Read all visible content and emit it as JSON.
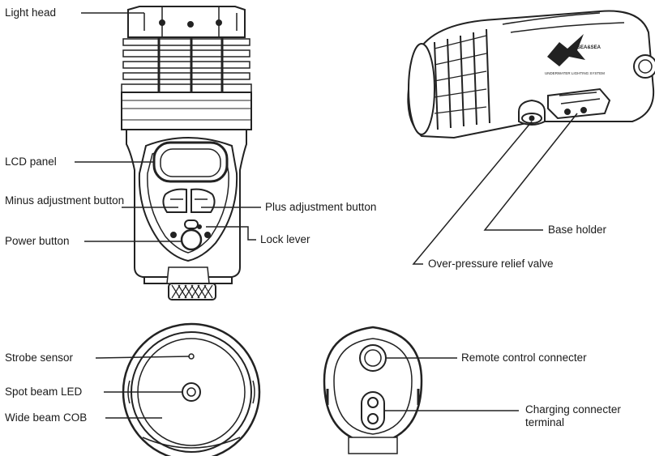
{
  "labels": {
    "light_head": "Light head",
    "lcd_panel": "LCD panel",
    "minus_button": "Minus adjustment button",
    "plus_button": "Plus adjustment button",
    "power_button": "Power button",
    "lock_lever": "Lock lever",
    "base_holder": "Base holder",
    "relief_valve": "Over-pressure relief valve",
    "strobe_sensor": "Strobe sensor",
    "spot_led": "Spot beam LED",
    "wide_cob": "Wide beam COB",
    "remote_connector": "Remote control connecter",
    "charging_terminal": "Charging connecter terminal"
  },
  "logo": {
    "brand": "SEA&SEA",
    "tagline": "UNDERWATER LIGHTING SYSTEM"
  }
}
